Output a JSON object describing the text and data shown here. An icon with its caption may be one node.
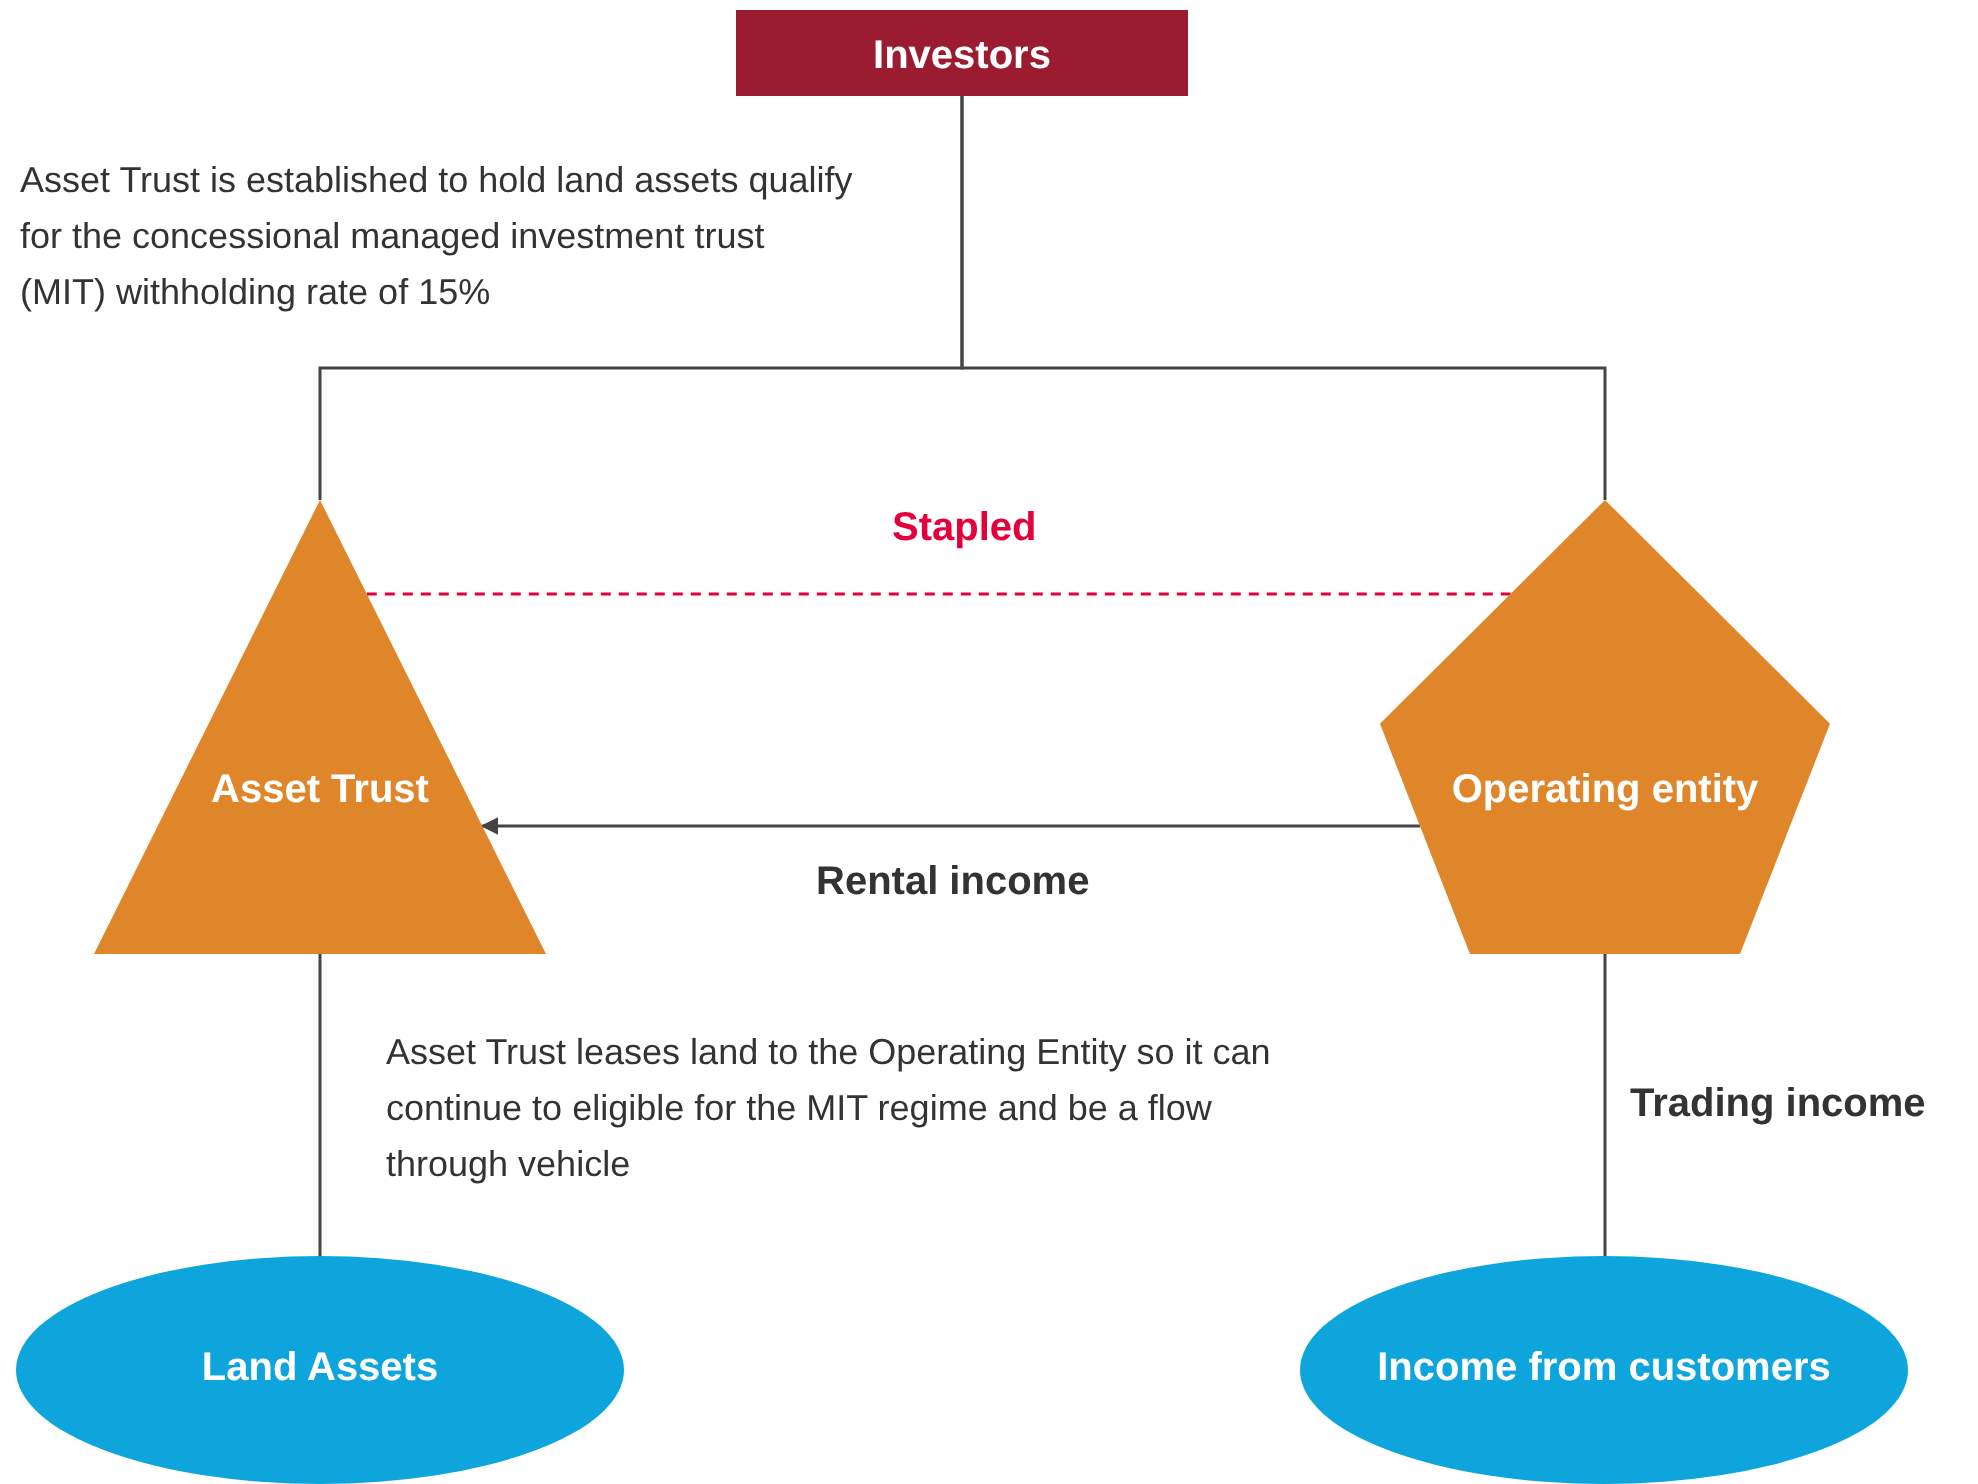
{
  "diagram": {
    "nodes": [
      {
        "text": [
          "Investors"
        ]
      },
      {
        "text": [
          "Asset Trust"
        ]
      },
      {
        "text": [
          "Operating entity"
        ]
      },
      {
        "text": [
          "Land Assets"
        ]
      },
      {
        "text": [
          "Income from customers"
        ]
      }
    ],
    "edges": [
      {
        "from": 0,
        "to": 1,
        "arrow": "none"
      },
      {
        "from": 0,
        "to": 2,
        "arrow": "none"
      },
      {
        "from": 1,
        "to": 2,
        "arrow": "none",
        "label": "Stapled",
        "style": "dashed",
        "color": "#e4003b"
      },
      {
        "from": 2,
        "to": 1,
        "arrow": "to",
        "label": "Rental income"
      },
      {
        "from": 1,
        "to": 3,
        "arrow": "none"
      },
      {
        "from": 2,
        "to": 4,
        "arrow": "none",
        "label": "Trading income"
      }
    ],
    "labels": [
      "Asset Trust is established to hold land assets qualify for the concessional managed investment trust (MIT) withholding rate of 15%",
      "Asset Trust leases land to the Operating Entity so it can continue to eligible for the MIT regime and be a flow through vehicle"
    ]
  }
}
